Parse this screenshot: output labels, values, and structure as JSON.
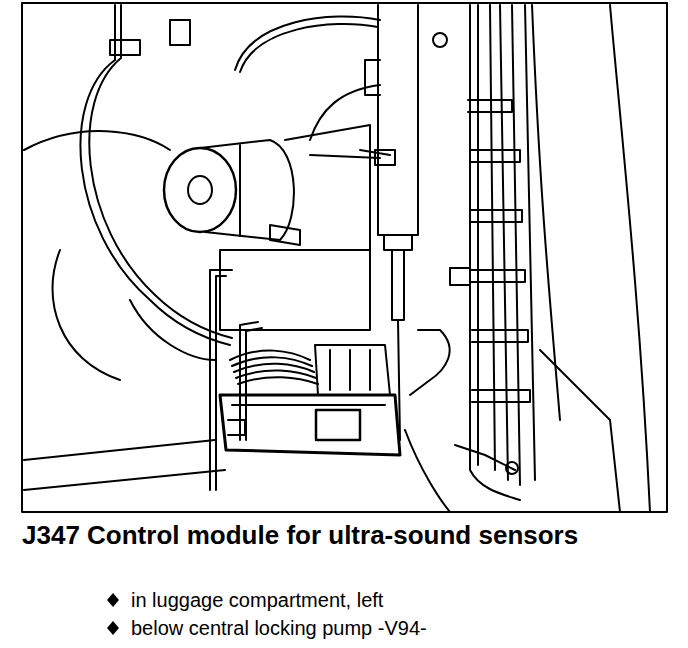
{
  "diagram": {
    "title": "J347 Control module for ultra-sound sensors",
    "labels": [
      "in luggage compartment, left",
      "below central locking pump -V94-"
    ]
  }
}
